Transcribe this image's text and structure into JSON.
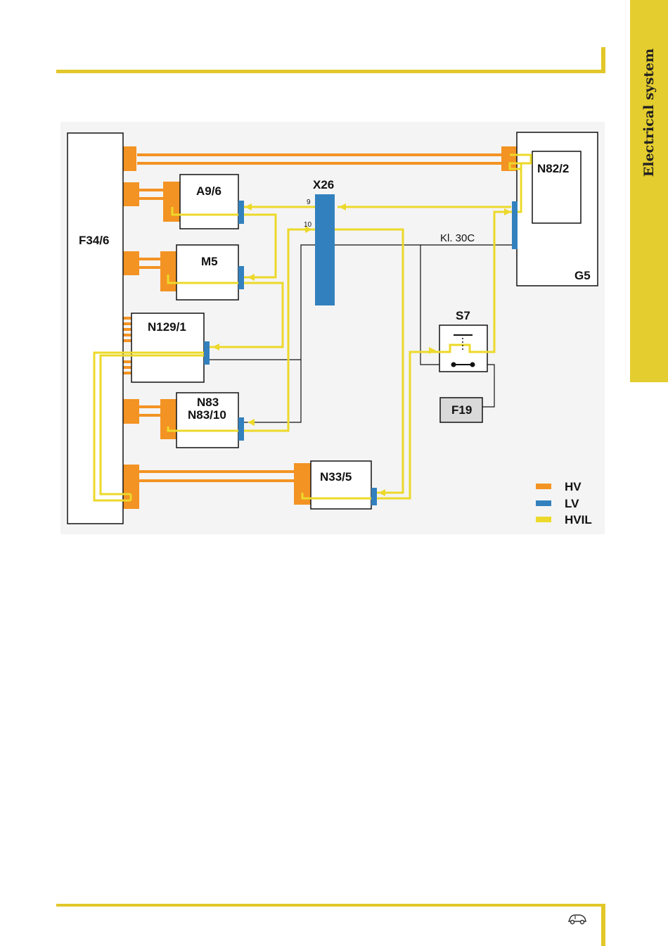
{
  "page": {
    "section_tab": "Electrical system"
  },
  "colors": {
    "hv": "#f39323",
    "lv": "#3281be",
    "hvil": "#ecd92a",
    "accent_rule": "#e2c729",
    "tab": "#e4cd2e"
  },
  "diagram": {
    "components": {
      "f34_6": "F34/6",
      "a9_6": "A9/6",
      "m5": "M5",
      "n129_1": "N129/1",
      "n83_line1": "N83",
      "n83_line2": "N83/10",
      "n33_5": "N33/5",
      "x26": "X26",
      "x26_pin9": "9",
      "x26_pin10": "10",
      "n82_2": "N82/2",
      "g5": "G5",
      "s7": "S7",
      "f19": "F19",
      "kl30c": "Kl. 30C"
    },
    "legend": [
      {
        "key": "hv",
        "label": "HV",
        "color": "#f39323"
      },
      {
        "key": "lv",
        "label": "LV",
        "color": "#3281be"
      },
      {
        "key": "hvil",
        "label": "HVIL",
        "color": "#ecd92a"
      }
    ]
  },
  "footer": {
    "icon": "car-icon"
  }
}
